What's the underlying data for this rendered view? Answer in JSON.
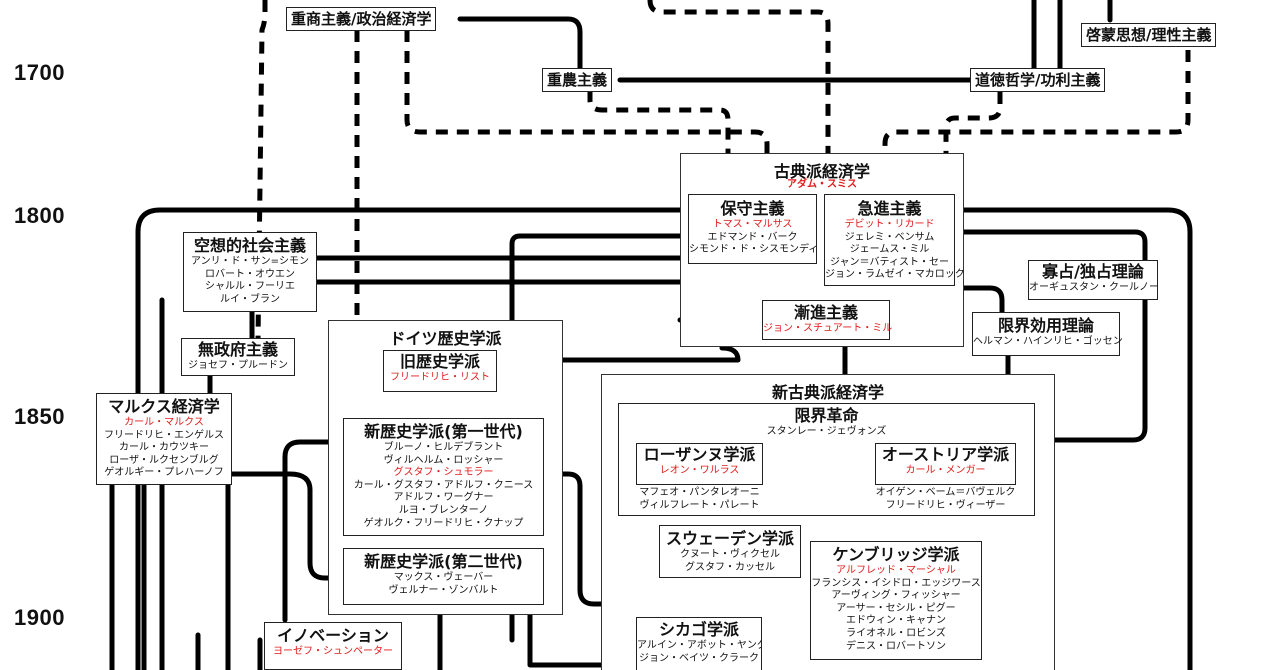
{
  "years": [
    "1700",
    "1800",
    "1850",
    "1900"
  ],
  "theme": {
    "line": "#000000",
    "founder": "#e21a1a"
  },
  "labels": {
    "mercantilism": "重商主義/政治経済学",
    "physiocracy": "重農主義",
    "moral": "道徳哲学/功利主義",
    "enlightenment": "啓蒙思想/理性主義"
  },
  "classical": {
    "title": "古典派経済学",
    "founder": "アダム・スミス",
    "conservative": {
      "title": "保守主義",
      "founder": "トマス・マルサス",
      "people": [
        "エドマンド・バーク",
        "シモンド・ド・シスモンディ"
      ]
    },
    "radical": {
      "title": "急進主義",
      "founder": "デビット・リカード",
      "people": [
        "ジェレミ・ベンサム",
        "ジェームス・ミル",
        "ジャン＝バティスト・セー",
        "ジョン・ラムゼイ・マカロック"
      ]
    },
    "gradual": {
      "title": "漸進主義",
      "founder": "ジョン・スチュアート・ミル"
    }
  },
  "utopian": {
    "title": "空想的社会主義",
    "people": [
      "アンリ・ド・サン=シモン",
      "ロバート・オウエン",
      "シャルル・フーリエ",
      "ルイ・ブラン"
    ]
  },
  "anarchism": {
    "title": "無政府主義",
    "people": [
      "ジョセフ・プルードン"
    ]
  },
  "marxian": {
    "title": "マルクス経済学",
    "founder": "カール・マルクス",
    "people": [
      "フリードリヒ・エンゲルス",
      "カール・カウツキー",
      "ローザ・ルクセンブルグ",
      "ゲオルギー・プレハーノフ"
    ]
  },
  "german": {
    "title": "ドイツ歴史学派",
    "old": {
      "title": "旧歴史学派",
      "founder": "フリードリヒ・リスト"
    },
    "new1": {
      "title": "新歴史学派(第一世代)",
      "people_a": [
        "ブルーノ・ヒルデブラント",
        "ヴィルヘルム・ロッシャー"
      ],
      "founder": "グスタフ・シュモラー",
      "people_b": [
        "カール・グスタフ・アドルフ・クニース",
        "アドルフ・ワーグナー",
        "ルヨ・ブレンターノ",
        "ゲオルク・フリードリヒ・クナップ"
      ]
    },
    "new2": {
      "title": "新歴史学派(第二世代)",
      "people": [
        "マックス・ヴェーバー",
        "ヴェルナー・ゾンバルト"
      ]
    }
  },
  "innovation": {
    "title": "イノベーション",
    "founder": "ヨーゼフ・シュンペーター"
  },
  "monopoly": {
    "title": "寡占/独占理論",
    "people": [
      "オーギュスタン・クールノー"
    ]
  },
  "marginal_utility": {
    "title": "限界効用理論",
    "people": [
      "ヘルマン・ハインリヒ・ゴッセン"
    ]
  },
  "neoclassical": {
    "title": "新古典派経済学",
    "revolution": {
      "title": "限界革命",
      "people": [
        "スタンレー・ジェヴォンズ"
      ]
    },
    "lausanne": {
      "title": "ローザンヌ学派",
      "founder": "レオン・ワルラス",
      "people": [
        "マフェオ・パンタレオーニ",
        "ヴィルフレート・パレート"
      ]
    },
    "austrian": {
      "title": "オーストリア学派",
      "founder": "カール・メンガー",
      "people": [
        "オイゲン・ベーム＝バヴェルク",
        "フリードリヒ・ヴィーザー"
      ]
    },
    "swedish": {
      "title": "スウェーデン学派",
      "people": [
        "クヌート・ヴィクセル",
        "グスタフ・カッセル"
      ]
    },
    "cambridge": {
      "title": "ケンブリッジ学派",
      "founder": "アルフレッド・マーシャル",
      "people": [
        "フランシス・イシドロ・エッジワース",
        "アーヴィング・フィッシャー",
        "アーサー・セシル・ピグー",
        "エドウィン・キャナン",
        "ライオネル・ロビンズ",
        "デニス・ロバートソン"
      ]
    },
    "chicago": {
      "title": "シカゴ学派",
      "people": [
        "アルイン・アボット・ヤング",
        "ジョン・ベイツ・クラーク"
      ]
    }
  }
}
